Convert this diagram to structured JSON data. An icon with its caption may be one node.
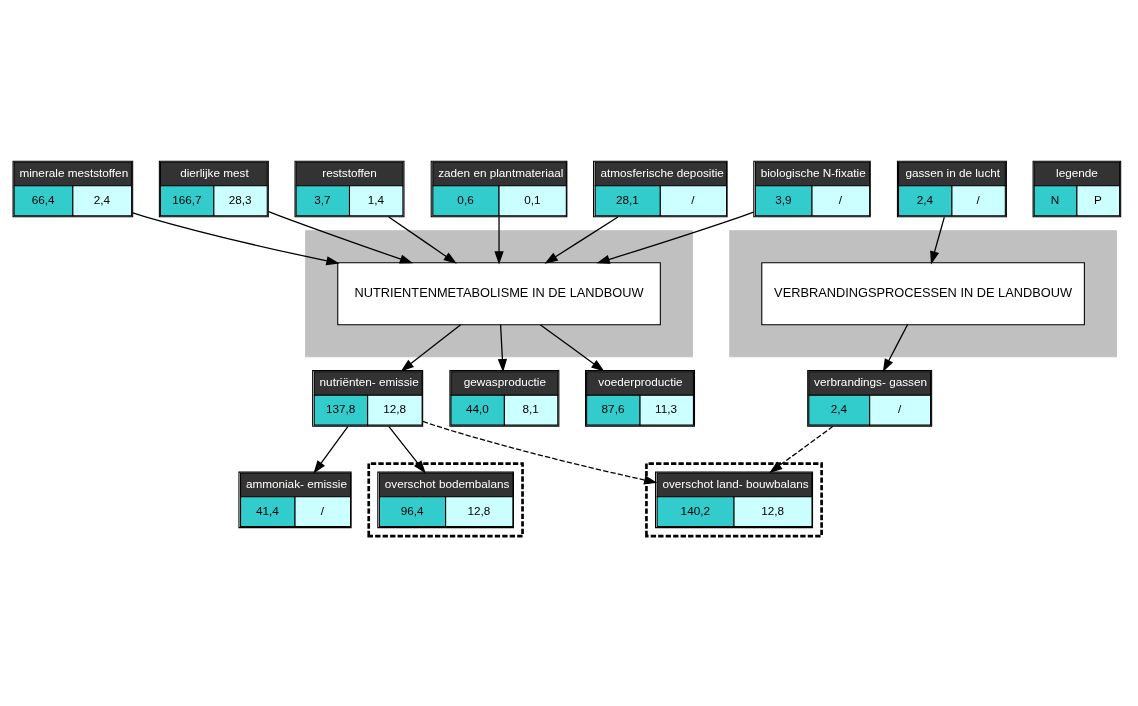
{
  "diagram": {
    "nodes": [
      {
        "text": [
          "minerale meststoffen",
          "66,4",
          "2,4"
        ]
      },
      {
        "text": [
          "dierlijke mest",
          "166,7",
          "28,3"
        ]
      },
      {
        "text": [
          "reststoffen",
          "3,7",
          "1,4"
        ]
      },
      {
        "text": [
          "zaden en plantmateriaal",
          "0,6",
          "0,1"
        ]
      },
      {
        "text": [
          "atmosferische depositie",
          "28,1",
          "/"
        ]
      },
      {
        "text": [
          "biologische N-fixatie",
          "3,9",
          "/"
        ]
      },
      {
        "text": [
          "ammoniak- emissie",
          "41,4",
          "/"
        ]
      },
      {
        "text": [],
        "shape": "box"
      },
      {
        "text": [
          "NUTRIENTENMETABOLISME IN DE LANDBOUW"
        ],
        "in": 7
      },
      {
        "text": [
          "nutriënten- emissie",
          "137,8",
          "12,8"
        ]
      },
      {
        "text": [],
        "shape": "box"
      },
      {
        "text": [
          "overschot bodembalans",
          "96,4",
          "12,8"
        ],
        "in": 10
      },
      {
        "text": [
          "gewasproductie",
          "44,0",
          "8,1"
        ]
      },
      {
        "text": [
          "voederproductie",
          "87,6",
          "11,3"
        ]
      },
      {
        "text": [],
        "shape": "box"
      },
      {
        "text": [
          "overschot land- bouwbalans",
          "140,2",
          "12,8"
        ],
        "in": 14
      },
      {
        "text": [],
        "shape": "box"
      },
      {
        "text": [
          "VERBRANDINGSPROCESSEN IN DE LANDBOUW"
        ],
        "in": 16
      },
      {
        "text": [
          "gassen in de lucht",
          "2,4",
          "/"
        ]
      },
      {
        "text": [
          "verbrandings- gassen",
          "2,4",
          "/"
        ]
      }
    ],
    "edges": [
      {
        "from": 0,
        "to": 8,
        "arrow": "to"
      },
      {
        "from": 1,
        "to": 8,
        "arrow": "to"
      },
      {
        "from": 2,
        "to": 8,
        "arrow": "to"
      },
      {
        "from": 3,
        "to": 8,
        "arrow": "to"
      },
      {
        "from": 4,
        "to": 8,
        "arrow": "to"
      },
      {
        "from": 5,
        "to": 8,
        "arrow": "to"
      },
      {
        "from": 8,
        "to": 9,
        "arrow": "to"
      },
      {
        "from": 9,
        "to": 6,
        "arrow": "to"
      },
      {
        "from": 9,
        "to": 11,
        "arrow": "to"
      },
      {
        "from": 8,
        "to": 12,
        "arrow": "to"
      },
      {
        "from": 8,
        "to": 13,
        "arrow": "to"
      },
      {
        "from": 9,
        "to": 15,
        "arrow": "to",
        "style": "dashed"
      },
      {
        "from": 19,
        "to": 15,
        "arrow": "to",
        "style": "dashed"
      },
      {
        "from": 18,
        "to": 17,
        "arrow": "to"
      },
      {
        "from": 17,
        "to": 19,
        "arrow": "to"
      }
    ],
    "labels": [
      "legende"
    ],
    "legend": [
      {
        "text": "N",
        "color": "#33cccc"
      },
      {
        "text": "P",
        "color": "#ccffff"
      }
    ]
  }
}
